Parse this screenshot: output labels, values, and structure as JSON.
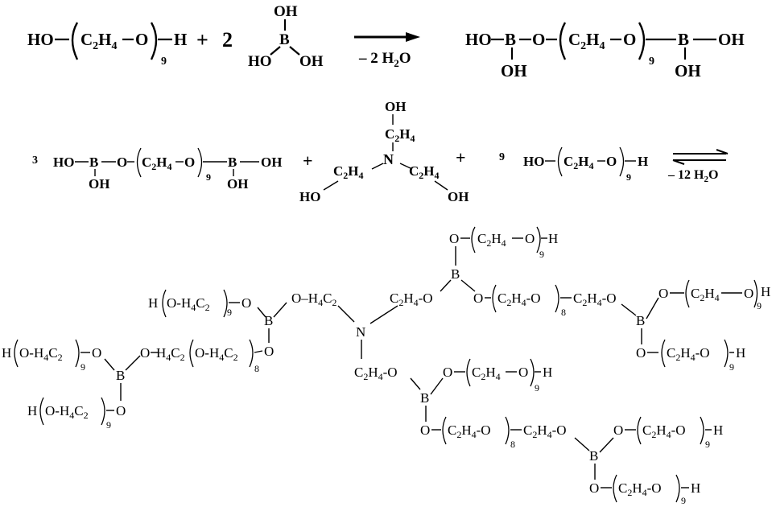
{
  "labels": {
    "ho": "HO",
    "oh": "OH",
    "h": "H",
    "b": "B",
    "o": "O",
    "n": "N",
    "c": "C",
    "c2h4": "C2H4",
    "h4c2": "H4C2",
    "sub2": "2",
    "sub4": "4",
    "n9": "9",
    "n8": "8",
    "plus": "+",
    "two": "2",
    "three": "3",
    "nine": "9",
    "water2_pre": "– 2 H",
    "water2_sub": "2",
    "water2_post": "O",
    "water12_pre": "– 12 H",
    "water12_sub": "2",
    "water12_post": "O"
  }
}
